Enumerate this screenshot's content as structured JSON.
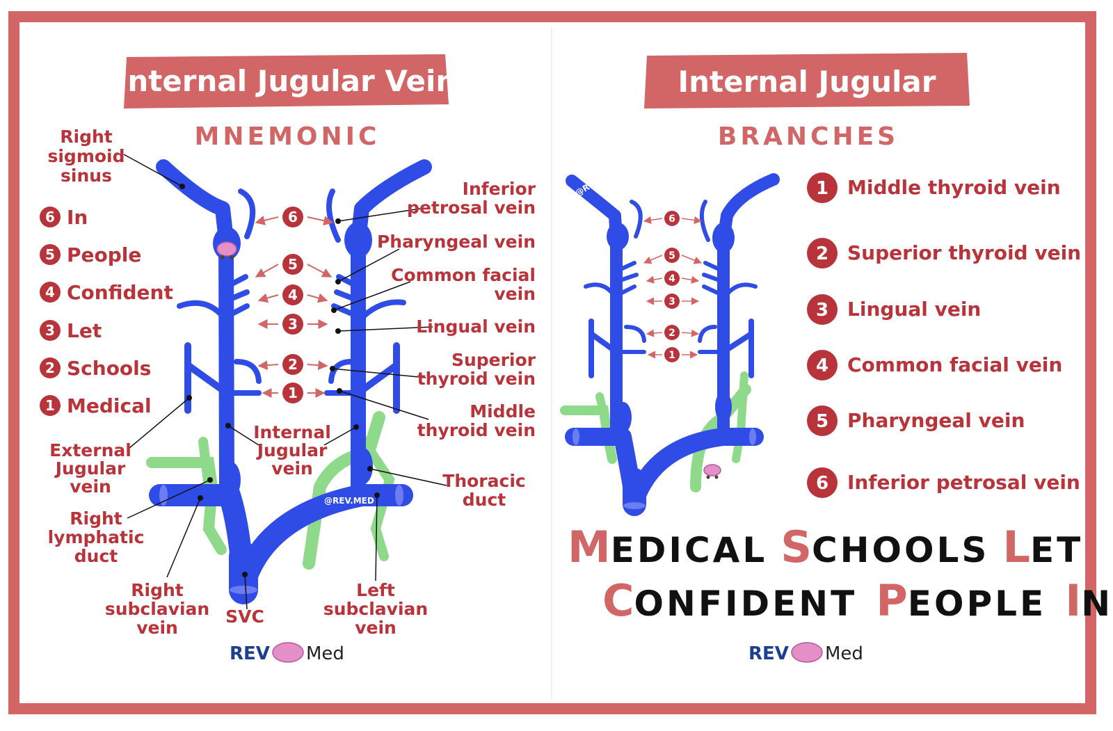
{
  "left_panel": {
    "banner": "Internal Jugular Vein",
    "subtitle": "MNEMONIC",
    "mnemonic": [
      {
        "n": "6",
        "word": "In"
      },
      {
        "n": "5",
        "word": "People"
      },
      {
        "n": "4",
        "word": "Confident"
      },
      {
        "n": "3",
        "word": "Let"
      },
      {
        "n": "2",
        "word": "Schools"
      },
      {
        "n": "1",
        "word": "Medical"
      }
    ],
    "labels": {
      "sigmoid": [
        "Right",
        "sigmoid",
        "sinus"
      ],
      "ext_jug": [
        "External",
        "Jugular",
        "vein"
      ],
      "lymph": [
        "Right",
        "lymphatic",
        "duct"
      ],
      "r_subclavian": [
        "Right",
        "subclavian",
        "vein"
      ],
      "svc": "SVC",
      "l_subclavian": [
        "Left",
        "subclavian",
        "vein"
      ],
      "ijv": [
        "Internal",
        "Jugular",
        "vein"
      ],
      "inf_petrosal": [
        "Inferior",
        "petrosal vein"
      ],
      "pharyngeal": "Pharyngeal vein",
      "common_facial": [
        "Common facial",
        "vein"
      ],
      "lingual": "Lingual vein",
      "sup_thyroid": [
        "Superior",
        "thyroid vein"
      ],
      "mid_thyroid": [
        "Middle",
        "thyroid vein"
      ],
      "thoracic": [
        "Thoracic",
        "duct"
      ]
    },
    "numbers": [
      "6",
      "5",
      "4",
      "3",
      "2",
      "1"
    ],
    "watermark": "@REV.MED"
  },
  "right_panel": {
    "banner": "Internal Jugular",
    "subtitle": "BRANCHES",
    "branches": [
      {
        "n": "1",
        "name": "Middle thyroid vein"
      },
      {
        "n": "2",
        "name": "Superior thyroid vein"
      },
      {
        "n": "3",
        "name": "Lingual vein"
      },
      {
        "n": "4",
        "name": "Common facial vein"
      },
      {
        "n": "5",
        "name": "Pharyngeal vein"
      },
      {
        "n": "6",
        "name": "Inferior petrosal vein"
      }
    ],
    "numbers": [
      "6",
      "5",
      "4",
      "3",
      "2",
      "1"
    ],
    "watermark": "@REV.MED",
    "phrase_line1": [
      {
        "cap": "M",
        "rest": "EDICAL"
      },
      {
        "cap": "S",
        "rest": "CHOOLS"
      },
      {
        "cap": "L",
        "rest": "ET"
      }
    ],
    "phrase_line2": [
      {
        "cap": "C",
        "rest": "ONFIDENT"
      },
      {
        "cap": "P",
        "rest": "EOPLE"
      },
      {
        "cap": "I",
        "rest": "N"
      }
    ]
  },
  "brand": {
    "rev": "REV",
    "med": "Med"
  },
  "colors": {
    "border": "#d26565",
    "vein": "#2f4de6",
    "duct": "#8fd98a",
    "accent": "#b8333a"
  }
}
